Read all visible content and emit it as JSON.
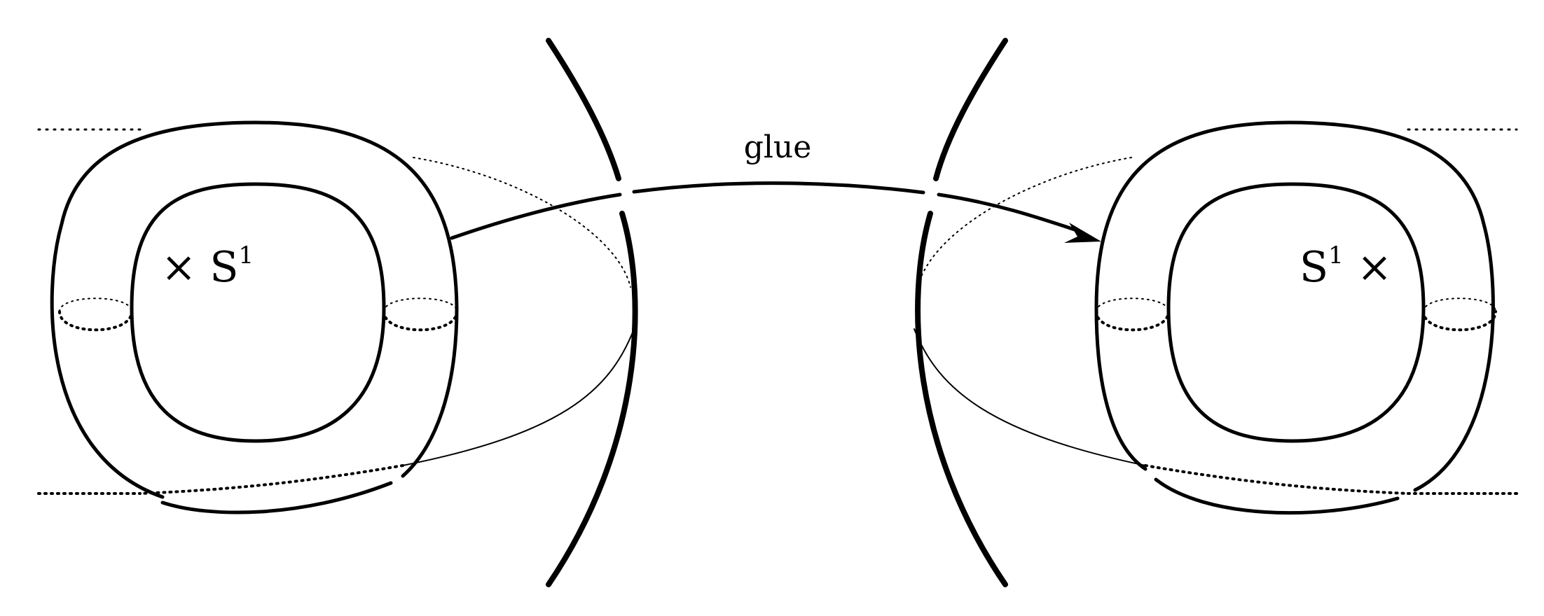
{
  "glue_label": "glue",
  "left_factor_label": "× S",
  "left_factor_exponent": "1",
  "right_factor_label": "S",
  "right_factor_exponent": "1",
  "right_factor_suffix": " ×",
  "colors": {
    "stroke": "#000000",
    "background": "#ffffff"
  }
}
